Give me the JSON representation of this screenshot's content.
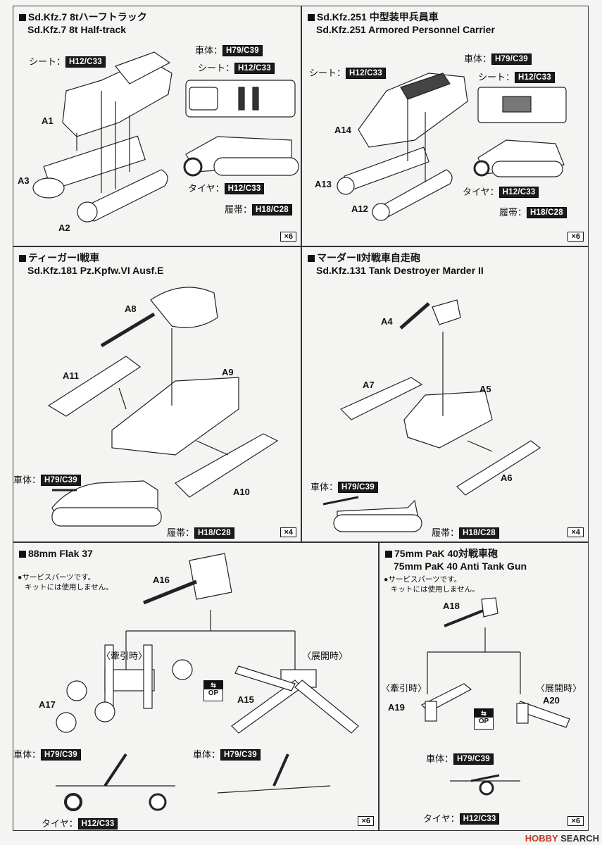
{
  "panels": {
    "p1": {
      "title1": "Sd.Kfz.7 8tハーフトラック",
      "title2": "Sd.Kfz.7 8t Half-track",
      "qty": "×6",
      "labels": {
        "seat": "シート：",
        "seat_code": "H12/C33",
        "body": "車体：",
        "body_code": "H79/C39",
        "seat2": "シート：",
        "seat2_code": "H12/C33",
        "tire": "タイヤ：",
        "tire_code": "H12/C33",
        "track": "履帯：",
        "track_code": "H18/C28"
      },
      "parts": [
        "A1",
        "A3",
        "A2"
      ]
    },
    "p2": {
      "title1": "Sd.Kfz.251 中型装甲兵員車",
      "title2": "Sd.Kfz.251 Armored Personnel Carrier",
      "qty": "×6",
      "labels": {
        "seat": "シート：",
        "seat_code": "H12/C33",
        "body": "車体：",
        "body_code": "H79/C39",
        "seat2": "シート：",
        "seat2_code": "H12/C33",
        "tire": "タイヤ：",
        "tire_code": "H12/C33",
        "track": "履帯：",
        "track_code": "H18/C28"
      },
      "parts": [
        "A14",
        "A13",
        "A12"
      ]
    },
    "p3": {
      "title1": "ティーガーⅠ戦車",
      "title2": "Sd.Kfz.181 Pz.Kpfw.VI Ausf.E",
      "qty": "×4",
      "labels": {
        "body": "車体：",
        "body_code": "H79/C39",
        "track": "履帯：",
        "track_code": "H18/C28"
      },
      "parts": [
        "A8",
        "A11",
        "A9",
        "A10"
      ]
    },
    "p4": {
      "title1": "マーダーⅡ対戦車自走砲",
      "title2": "Sd.Kfz.131 Tank Destroyer Marder II",
      "qty": "×4",
      "labels": {
        "body": "車体：",
        "body_code": "H79/C39",
        "track": "履帯：",
        "track_code": "H18/C28"
      },
      "parts": [
        "A4",
        "A7",
        "A5",
        "A6"
      ]
    },
    "p5": {
      "title1": "88mm Flak 37",
      "qty": "×6",
      "note1": "●サービスパーツです。",
      "note2": "キットには使用しません。",
      "tow": "〈牽引時〉",
      "deploy": "〈展開時〉",
      "op": "OP",
      "labels": {
        "body": "車体：",
        "body_code": "H79/C39",
        "body2": "車体：",
        "body2_code": "H79/C39",
        "tire": "タイヤ：",
        "tire_code": "H12/C33"
      },
      "parts": [
        "A16",
        "A17",
        "A15"
      ]
    },
    "p6": {
      "title1": "75mm PaK 40対戦車砲",
      "title2": "75mm PaK 40 Anti Tank Gun",
      "qty": "×6",
      "note1": "●サービスパーツです。",
      "note2": "キットには使用しません。",
      "tow": "〈牽引時〉",
      "deploy": "〈展開時〉",
      "op": "OP",
      "labels": {
        "body": "車体：",
        "body_code": "H79/C39",
        "tire": "タイヤ：",
        "tire_code": "H12/C33"
      },
      "parts": [
        "A18",
        "A19",
        "A20"
      ]
    }
  },
  "watermark": {
    "brand": "HOBBY",
    "suffix": "SEARCH"
  }
}
